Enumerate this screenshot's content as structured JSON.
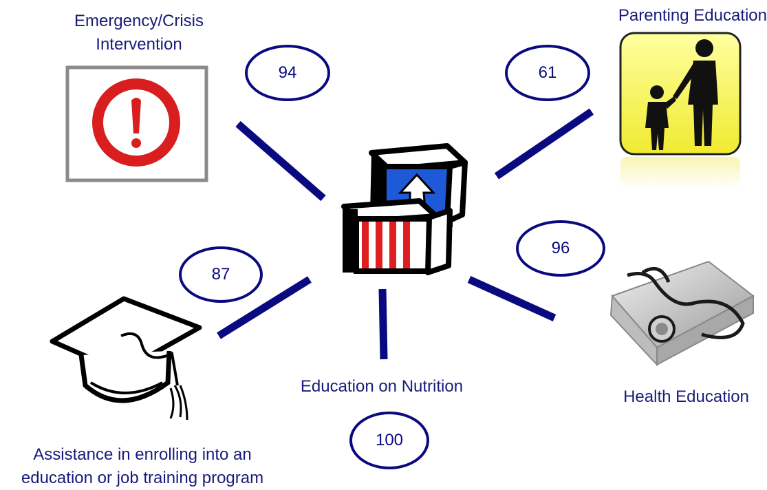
{
  "center": {
    "icon": "head-start-blocks-icon"
  },
  "nodes": [
    {
      "id": "emergency",
      "label_line1": "Emergency/Crisis",
      "label_line2": "Intervention",
      "value": "94",
      "icon": "exclamation-icon"
    },
    {
      "id": "parenting",
      "label": "Parenting Education",
      "value": "61",
      "icon": "parent-child-icon"
    },
    {
      "id": "health",
      "label": "Health Education",
      "value": "96",
      "icon": "stethoscope-book-icon"
    },
    {
      "id": "nutrition",
      "label": "Education on Nutrition",
      "value": "100",
      "icon": ""
    },
    {
      "id": "enrolling",
      "label_line1": "Assistance in enrolling into an",
      "label_line2": "education or job training program",
      "value": "87",
      "icon": "graduation-cap-icon"
    }
  ],
  "colors": {
    "text": "#1a1a7a",
    "line": "#0a0a80",
    "oval": "#0a0a80"
  }
}
